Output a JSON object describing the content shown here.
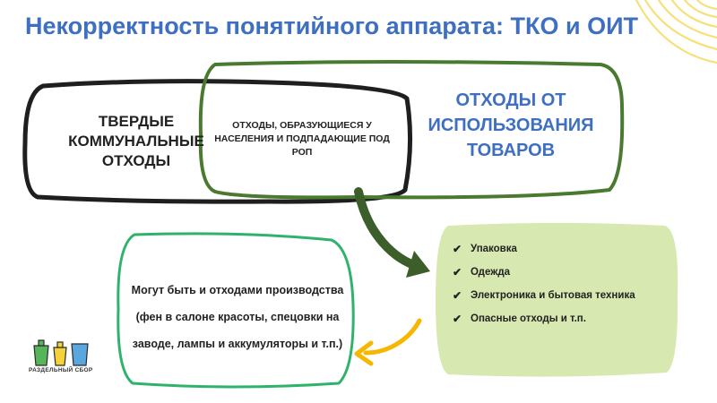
{
  "title": "Некорректность понятийного аппарата: ТКО и ОИТ",
  "tko_label": "ТВЕРДЫЕ КОММУНАЛЬНЫЕ ОТХОДЫ",
  "overlap_label": "ОТХОДЫ, ОБРАЗУЮЩИЕСЯ У НАСЕЛЕНИЯ И ПОДПАДАЮЩИЕ ПОД РОП",
  "oit_label": "ОТХОДЫ ОТ ИСПОЛЬЗОВАНИЯ ТОВАРОВ",
  "note": "Могут быть и отходами производства (фен в салоне красоты, спецовки на заводе, лампы и аккумуляторы и т.п.)",
  "list": [
    {
      "label": "Упаковка"
    },
    {
      "label": "Одежда"
    },
    {
      "label": "Электроника и бытовая техника"
    },
    {
      "label": "Опасные отходы и т.п."
    }
  ],
  "logo_caption": "РАЗДЕЛЬНЫЙ СБОР",
  "colors": {
    "title_blue": "#3f6fc0",
    "dark_green": "#3b5e2b",
    "light_green": "#d7e8b0",
    "teal_green": "#2fb36c",
    "orange": "#f5b700",
    "yellow_lines": "#f6e07a"
  }
}
